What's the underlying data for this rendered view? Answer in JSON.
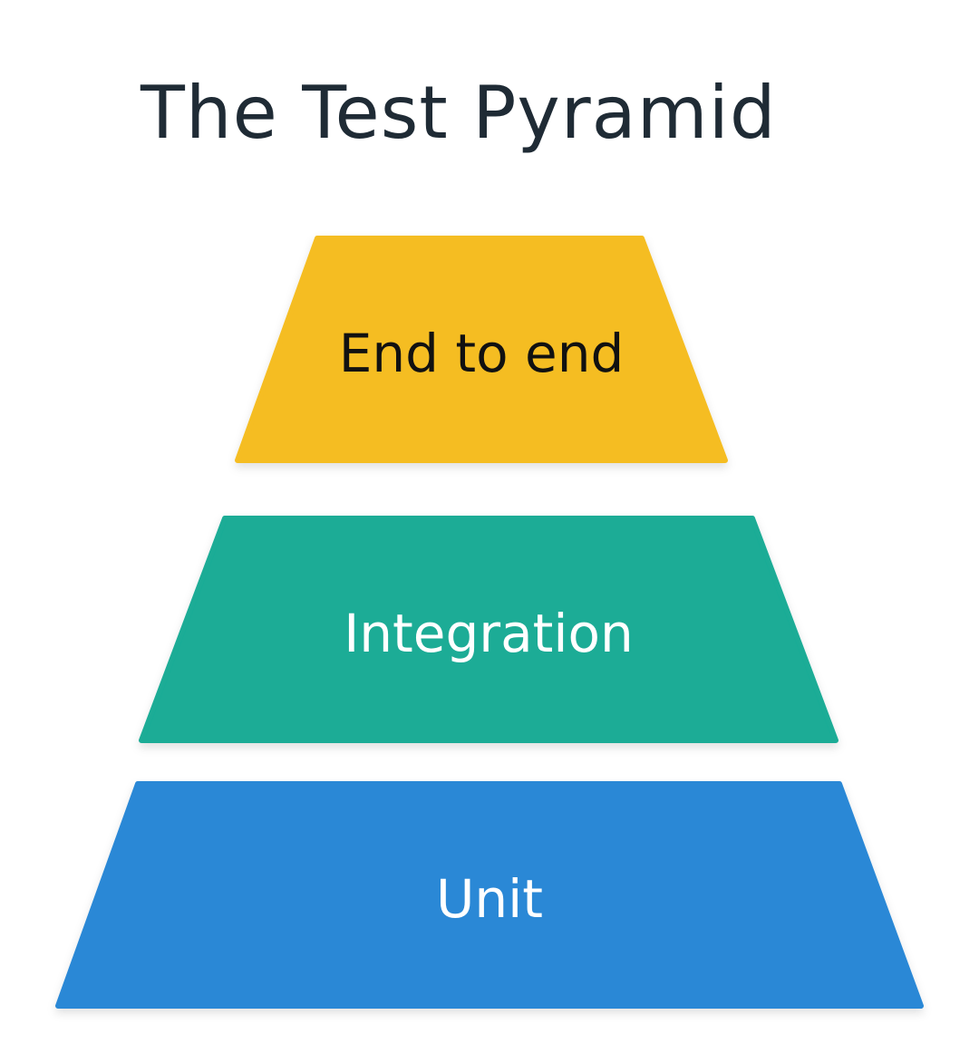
{
  "title": "The Test Pyramid",
  "tiers": [
    {
      "label": "End to end",
      "fill": "#f5bd22",
      "text_color": "#111111"
    },
    {
      "label": "Integration",
      "fill": "#1aac96",
      "text_color": "#ffffff"
    },
    {
      "label": "Unit",
      "fill": "#2a88d6",
      "text_color": "#ffffff"
    }
  ]
}
